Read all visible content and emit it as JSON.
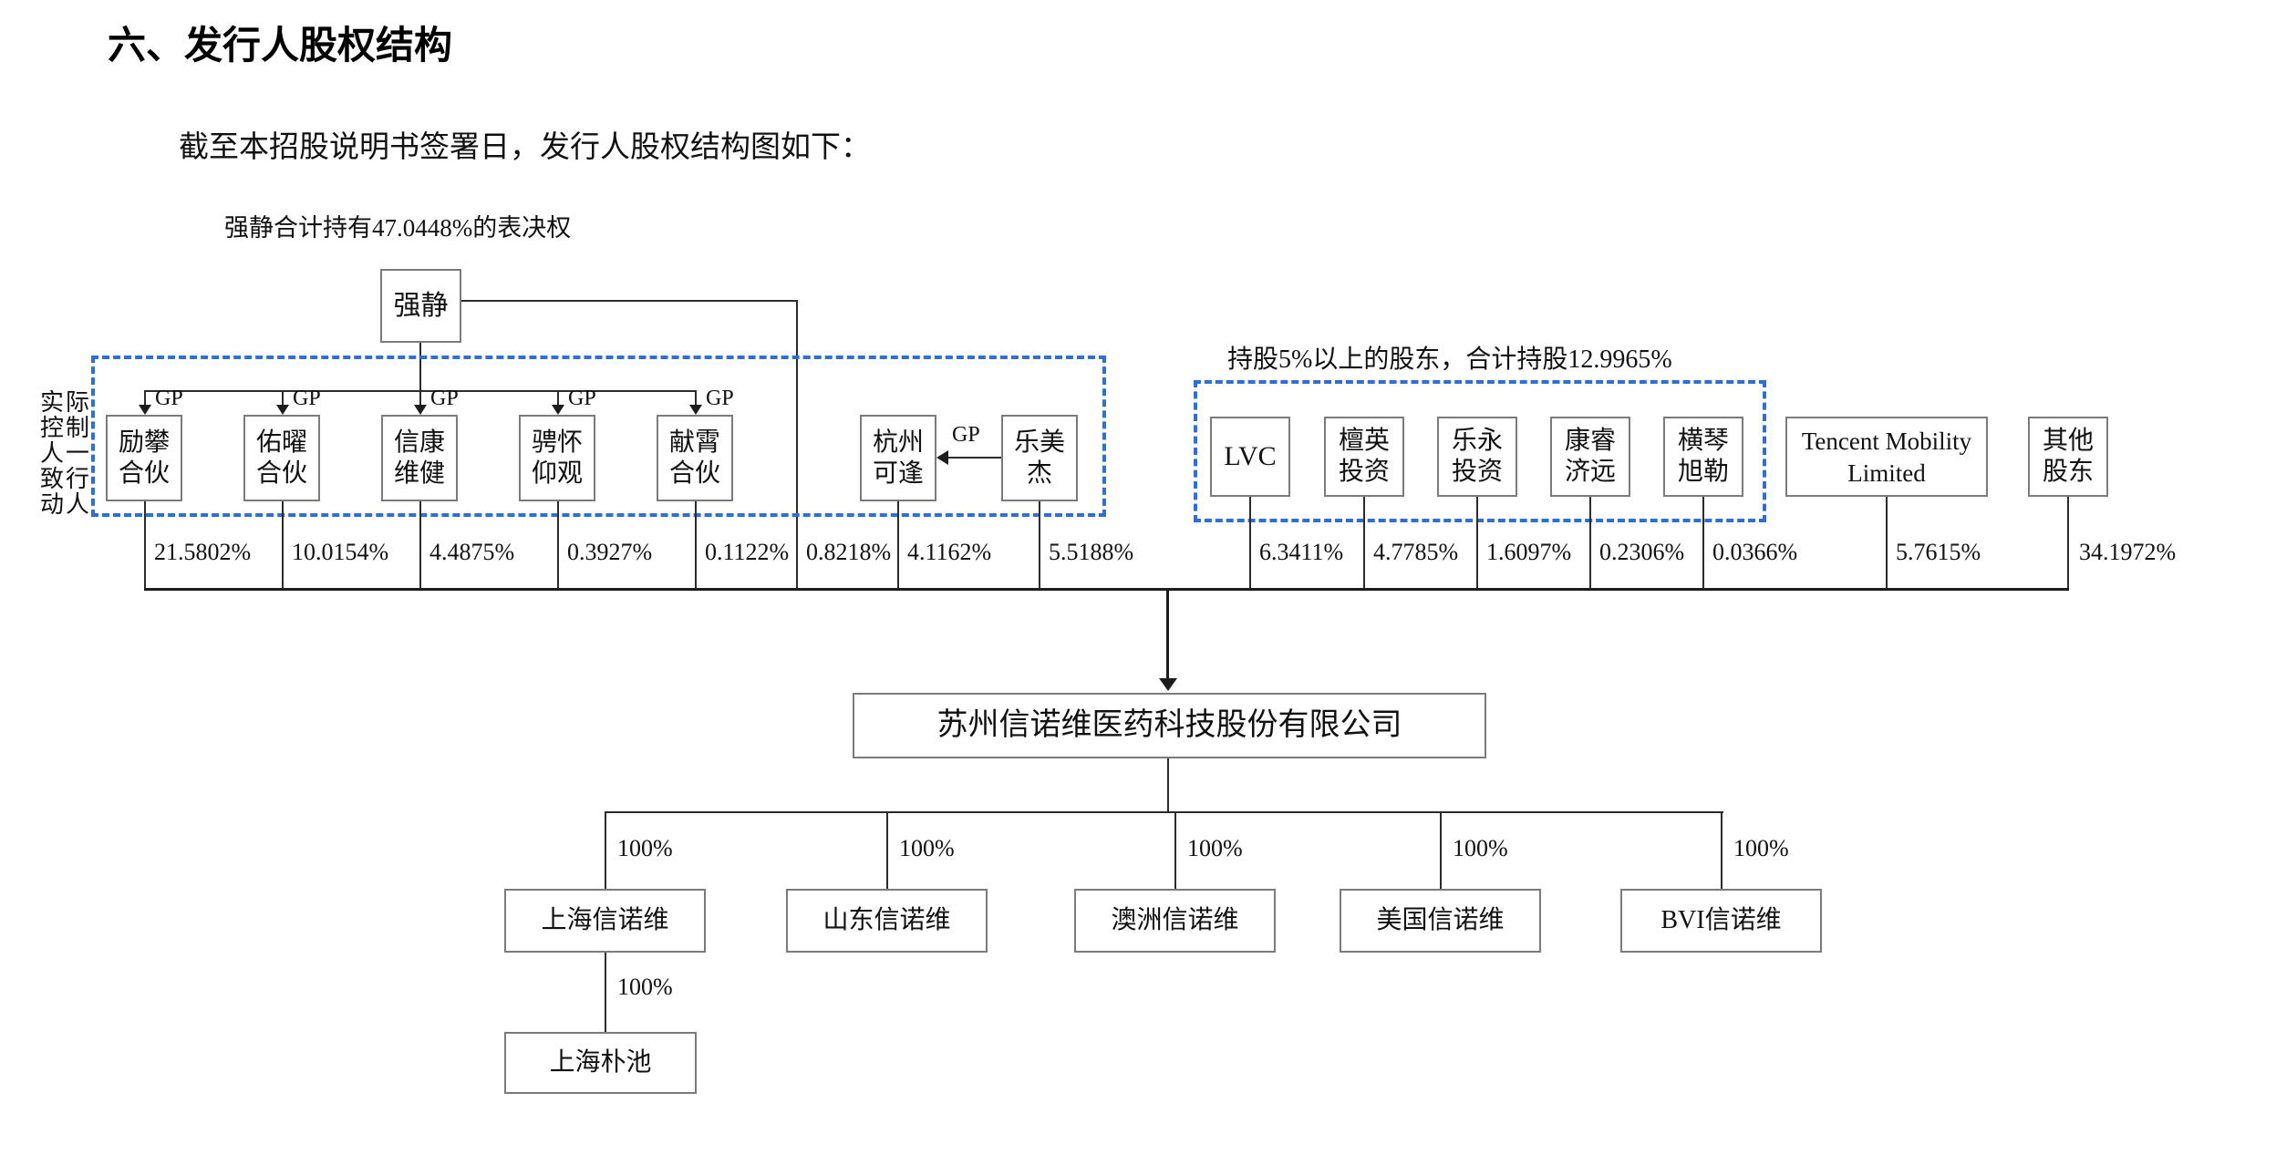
{
  "document": {
    "section_title": "六、发行人股权结构",
    "intro": "截至本招股说明书签署日，发行人股权结构图如下："
  },
  "diagram": {
    "voting_annotation": "强静合计持有47.0448%的表决权",
    "gp_label": "GP",
    "controller": {
      "name": "强静",
      "direct_percent": "0.8218%"
    },
    "controller_group_label_lines": [
      "实际",
      "控制",
      "人一",
      "致行",
      "动人"
    ],
    "gp_partnerships": [
      {
        "lines": [
          "励攀",
          "合伙"
        ],
        "percent": "21.5802%"
      },
      {
        "lines": [
          "佑曜",
          "合伙"
        ],
        "percent": "10.0154%"
      },
      {
        "lines": [
          "信康",
          "维健"
        ],
        "percent": "4.4875%"
      },
      {
        "lines": [
          "骋怀",
          "仰观"
        ],
        "percent": "0.3927%"
      },
      {
        "lines": [
          "献霄",
          "合伙"
        ],
        "percent": "0.1122%"
      }
    ],
    "acting_in_concert": [
      {
        "lines": [
          "杭州",
          "可逢"
        ],
        "percent": "4.1162%"
      },
      {
        "lines": [
          "乐美",
          "杰"
        ],
        "percent": "5.5188%"
      }
    ],
    "five_percent_group": {
      "title": "持股5%以上的股东，合计持股12.9965%",
      "holders": [
        {
          "lines": [
            "LVC"
          ],
          "percent": "6.3411%"
        },
        {
          "lines": [
            "檀英",
            "投资"
          ],
          "percent": "4.7785%"
        },
        {
          "lines": [
            "乐永",
            "投资"
          ],
          "percent": "1.6097%"
        },
        {
          "lines": [
            "康睿",
            "济远"
          ],
          "percent": "0.2306%"
        },
        {
          "lines": [
            "横琴",
            "旭勒"
          ],
          "percent": "0.0366%"
        }
      ]
    },
    "other_holders": [
      {
        "lines": [
          "Tencent Mobility",
          "Limited"
        ],
        "percent": "5.7615%"
      },
      {
        "lines": [
          "其他",
          "股东"
        ],
        "percent": "34.1972%"
      }
    ],
    "issuer": {
      "name": "苏州信诺维医药科技股份有限公司"
    },
    "subsidiaries": [
      {
        "name": "上海信诺维",
        "percent": "100%"
      },
      {
        "name": "山东信诺维",
        "percent": "100%"
      },
      {
        "name": "澳洲信诺维",
        "percent": "100%"
      },
      {
        "name": "美国信诺维",
        "percent": "100%"
      },
      {
        "name": "BVI信诺维",
        "percent": "100%"
      }
    ],
    "second_tier": {
      "name": "上海朴池",
      "percent": "100%"
    }
  }
}
